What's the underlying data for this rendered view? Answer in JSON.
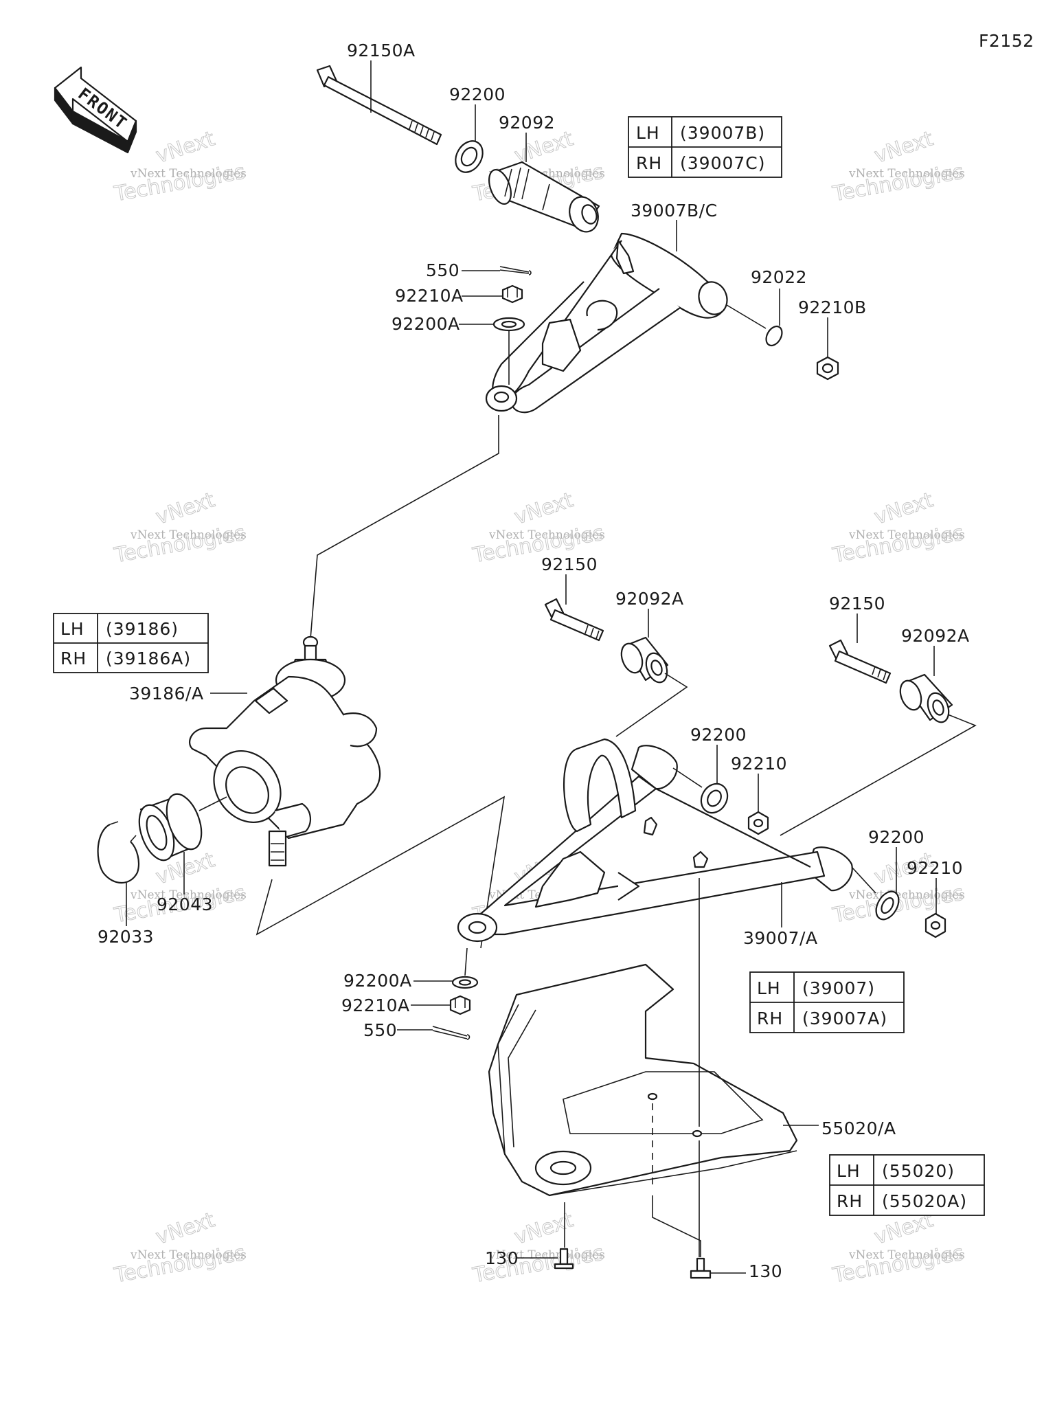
{
  "diagram_code": "F2152",
  "front_label": "FRONT",
  "watermark": {
    "line1": "vNext Technologies",
    "line2": "Technologies",
    "line3": "vNext"
  },
  "labels": {
    "p92150A": "92150A",
    "p92200_top": "92200",
    "p92092": "92092",
    "p39007BC": "39007B/C",
    "p550_top": "550",
    "p92210A_top": "92210A",
    "p92200A_top": "92200A",
    "p92022": "92022",
    "p92210B": "92210B",
    "p92150_mid": "92150",
    "p92092A_mid": "92092A",
    "p92150_right": "92150",
    "p92092A_right": "92092A",
    "p39186A": "39186/A",
    "p92200_mid": "92200",
    "p92210_mid": "92210",
    "p92200_right": "92200",
    "p92210_right": "92210",
    "p92043": "92043",
    "p92033": "92033",
    "p39007A": "39007/A",
    "p92200A_bot": "92200A",
    "p92210A_bot": "92210A",
    "p550_bot": "550",
    "p55020A": "55020/A",
    "p130_left": "130",
    "p130_right": "130"
  },
  "tables": {
    "t39007BC": [
      {
        "side": "LH",
        "part": "(39007B)"
      },
      {
        "side": "RH",
        "part": "(39007C)"
      }
    ],
    "t39186": [
      {
        "side": "LH",
        "part": "(39186)"
      },
      {
        "side": "RH",
        "part": "(39186A)"
      }
    ],
    "t39007": [
      {
        "side": "LH",
        "part": "(39007)"
      },
      {
        "side": "RH",
        "part": "(39007A)"
      }
    ],
    "t55020": [
      {
        "side": "LH",
        "part": "(55020)"
      },
      {
        "side": "RH",
        "part": "(55020A)"
      }
    ]
  }
}
